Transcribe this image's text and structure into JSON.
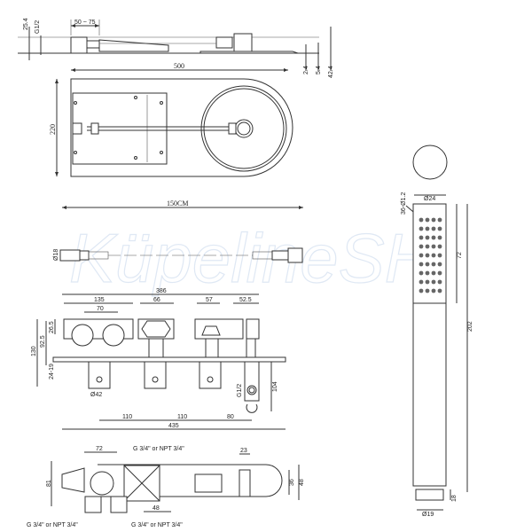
{
  "watermark": "KüpelineSH",
  "overhead_shower": {
    "side_view": {
      "dim_thickness": "25.4",
      "dim_thread": "G1/2",
      "dim_arm_offset": "50 ~ 75",
      "dim_plate": "2.4",
      "dim_head": "5.4",
      "dim_total_height": "42.4"
    },
    "plan_view": {
      "dim_length": "500",
      "dim_width": "220"
    }
  },
  "hose": {
    "dim_length": "150CM",
    "dim_diameter": "Ø18"
  },
  "valve_front": {
    "dim_total": "386",
    "dim_135": "135",
    "dim_70": "70",
    "dim_66": "66",
    "dim_57": "57",
    "dim_52_5": "52.5",
    "dim_130": "130",
    "dim_92_5": "92.5",
    "dim_26_5": "26.5",
    "dim_24_19": "24-19",
    "dim_handle_dia": "Ø42",
    "dim_outlet_thread": "G1/2",
    "dim_104": "104",
    "dim_spacing_1": "110",
    "dim_spacing_2": "110",
    "dim_spacing_3": "80",
    "dim_plate_length": "435"
  },
  "valve_bottom": {
    "dim_72": "72",
    "thread_top": "G 3/4\" or NPT 3/4\"",
    "dim_23": "23",
    "dim_81": "81",
    "dim_36": "36",
    "dim_48_right": "48",
    "dim_48_bottom": "48",
    "thread_bottom_left": "G 3/4\" or NPT 3/4\"",
    "thread_bottom_right": "G 3/4\" or NPT 3/4\""
  },
  "hand_shower": {
    "dim_holes": "36-Ø1.2",
    "dim_head_width": "Ø24",
    "dim_spray_length": "72",
    "dim_total_length": "202",
    "dim_connector": "18",
    "dim_connector_dia": "Ø19"
  }
}
